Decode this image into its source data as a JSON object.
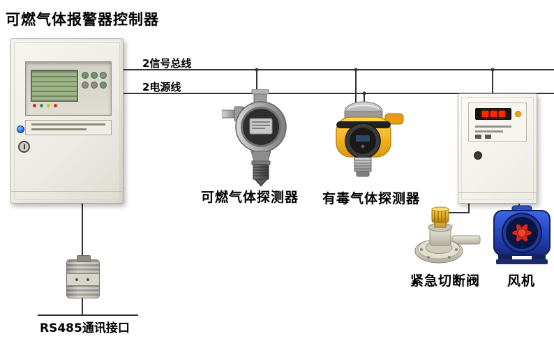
{
  "title": "可燃气体报警器控制器",
  "bus_labels": {
    "signal": "2信号总线",
    "power": "2电源线"
  },
  "device_labels": {
    "flammable_detector": "可燃气体探测器",
    "toxic_detector": "有毒气体探测器",
    "shutoff_valve": "紧急切断阀",
    "fan": "风机",
    "rs485": "RS485通讯接口"
  },
  "colors": {
    "wire": "#333333",
    "detector_body_yellow": "#f4b323",
    "fan_blue": "#2647c4",
    "impeller_red": "#d82818",
    "valve_cap_yellow": "#dda71f",
    "lcd_green": "#9db487",
    "led_display_red": "#ff2800"
  }
}
